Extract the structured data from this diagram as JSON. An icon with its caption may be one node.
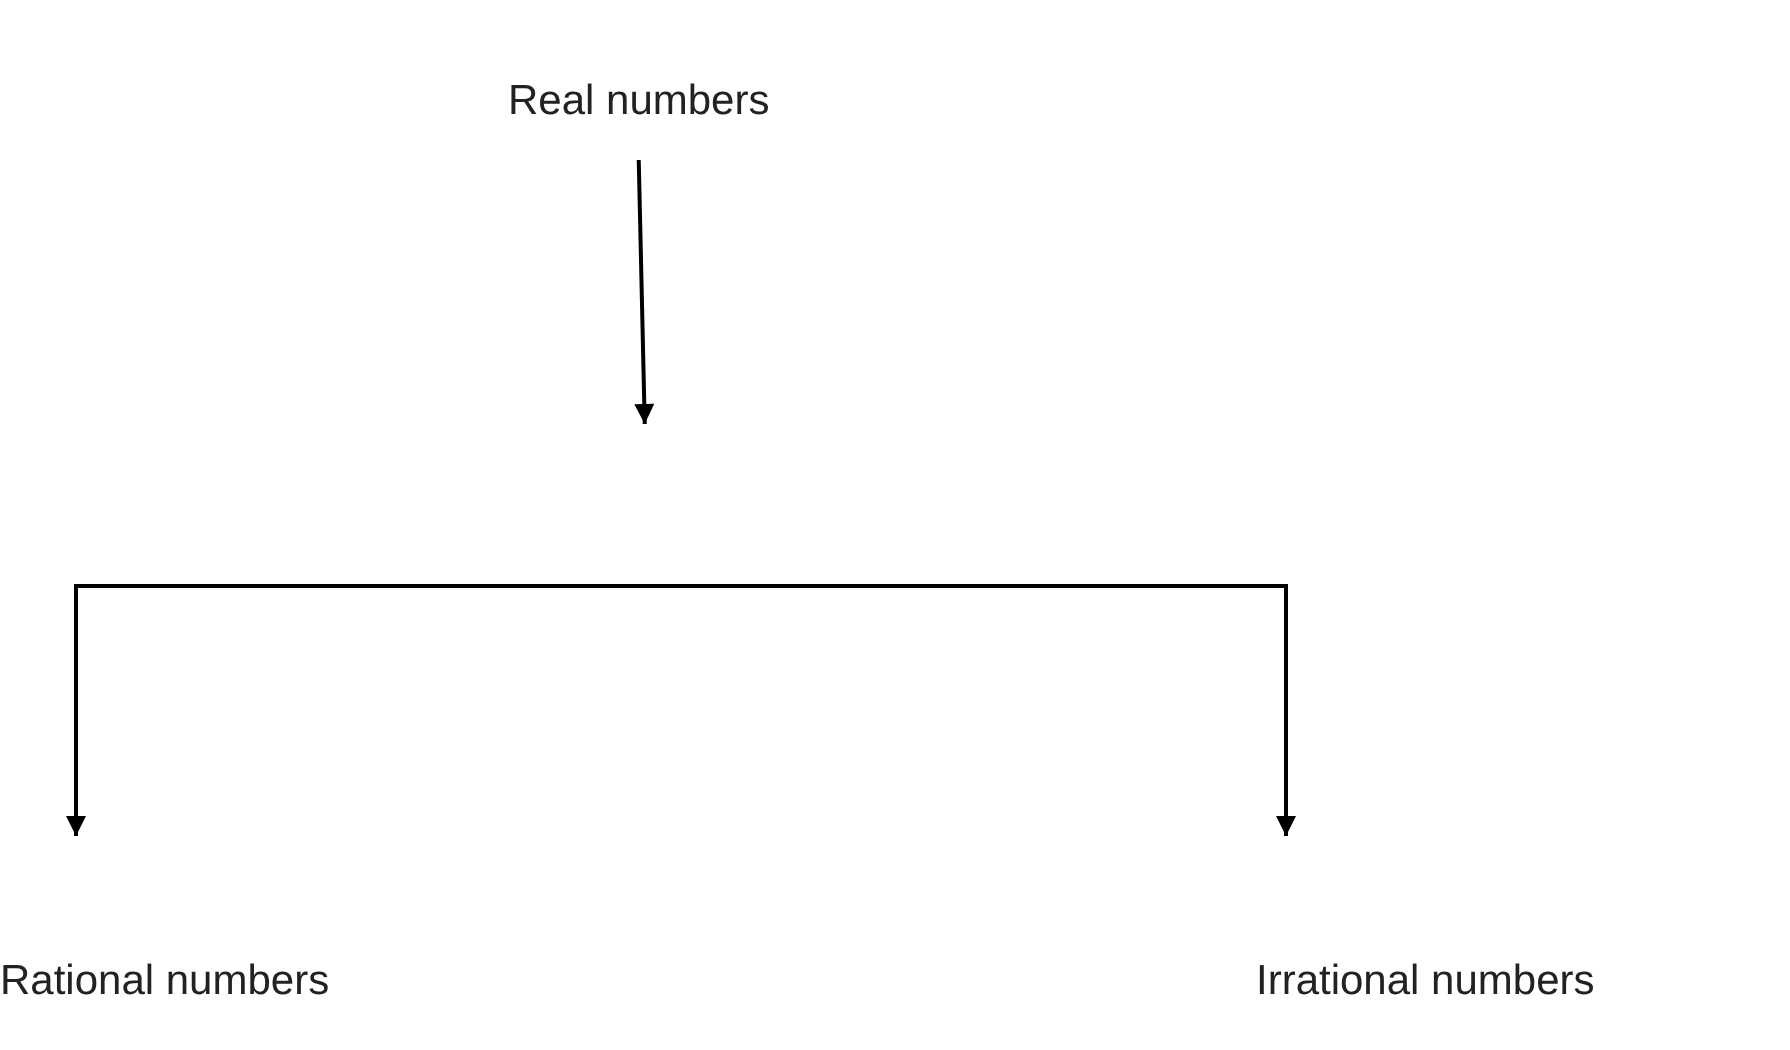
{
  "diagram": {
    "nodes": [
      {
        "text": [
          "Real numbers"
        ]
      },
      {
        "text": [
          "Rational numbers"
        ]
      },
      {
        "text": [
          "Irrational numbers"
        ]
      }
    ],
    "edges": [
      {
        "from": 0,
        "to": null,
        "arrow": "to"
      },
      {
        "from": null,
        "to": 1,
        "arrow": "to"
      },
      {
        "from": null,
        "to": 2,
        "arrow": "to"
      }
    ]
  }
}
